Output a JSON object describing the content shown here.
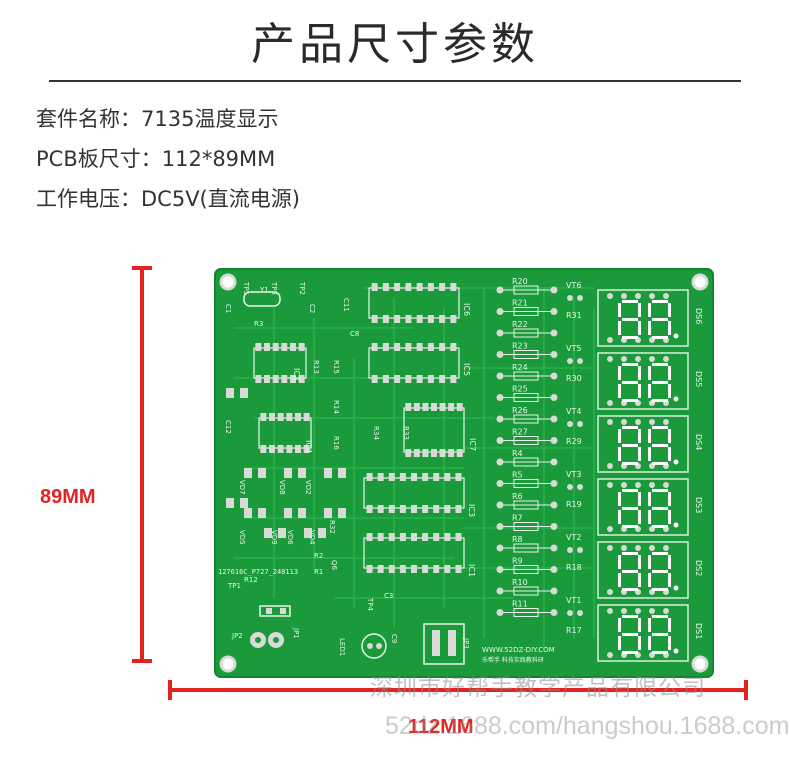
{
  "title": "产品尺寸参数",
  "specs": [
    {
      "label": "套件名称：",
      "value": "7135温度显示"
    },
    {
      "label": "PCB板尺寸：",
      "value": "112*89MM"
    },
    {
      "label": "工作电压：",
      "value": "DC5V(直流电源)"
    }
  ],
  "dimensions": {
    "height_label": "89MM",
    "width_label": "112MM"
  },
  "board": {
    "version_text": "127616C_P727_240113",
    "website": "WWW.52DZ-DIY.COM",
    "maker_text": "乐帮手 科技实践教科研",
    "displays": [
      "DS6",
      "DS5",
      "DS4",
      "DS3",
      "DS2",
      "DS1"
    ],
    "transistors": [
      "VT6",
      "VT5",
      "VT4",
      "VT3",
      "VT2",
      "VT1"
    ],
    "resistors_column": [
      "R20",
      "R21",
      "R22",
      "R23",
      "R24",
      "R25",
      "R26",
      "R27",
      "R4",
      "R5",
      "R6",
      "R7",
      "R8",
      "R9",
      "R10",
      "R11"
    ],
    "right_resistors": [
      "R31",
      "R30",
      "R29",
      "R19",
      "R18",
      "R17"
    ],
    "ic_labels": [
      "IC6",
      "IC5",
      "IC7",
      "IC3",
      "IC1",
      "IC2",
      "IC4"
    ],
    "misc_labels": [
      "TP5",
      "TP3",
      "TP2",
      "Y1",
      "R3",
      "R13",
      "R15",
      "R14",
      "R16",
      "R34",
      "R33",
      "C8",
      "C11",
      "C12",
      "C2",
      "C1",
      "VD7",
      "VD8",
      "VD2",
      "VD5",
      "VD9",
      "VD6",
      "VD4",
      "R32",
      "R12",
      "TP1",
      "JP2",
      "JP1",
      "C9",
      "C3",
      "TP4",
      "LED1",
      "JP3",
      "R1",
      "R2",
      "Q6"
    ],
    "colors": {
      "board": "#1a9a3a",
      "trace": "#35c25a",
      "silk": "#e8f4ea",
      "pad": "#d8dad6",
      "segment": "#ffffff"
    }
  },
  "watermark": {
    "cn": "深圳市好帮手教学产品有限公司",
    "url": "52dz.1688.com/hangshou.1688.com"
  }
}
